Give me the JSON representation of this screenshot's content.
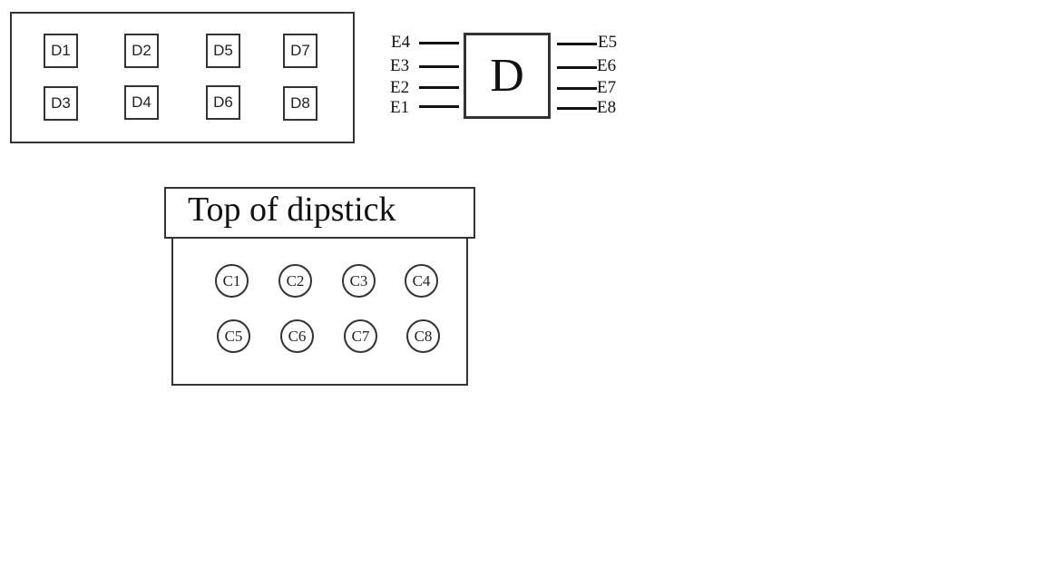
{
  "d_panel": {
    "boxes": [
      "D1",
      "D2",
      "D5",
      "D7",
      "D3",
      "D4",
      "D6",
      "D8"
    ]
  },
  "component": {
    "label": "D",
    "left_pins": [
      "E4",
      "E3",
      "E2",
      "E1"
    ],
    "right_pins": [
      "E5",
      "E6",
      "E7",
      "E8"
    ]
  },
  "dipstick": {
    "title": "Top of dipstick",
    "contacts": [
      "C1",
      "C2",
      "C3",
      "C4",
      "C5",
      "C6",
      "C7",
      "C8"
    ]
  }
}
